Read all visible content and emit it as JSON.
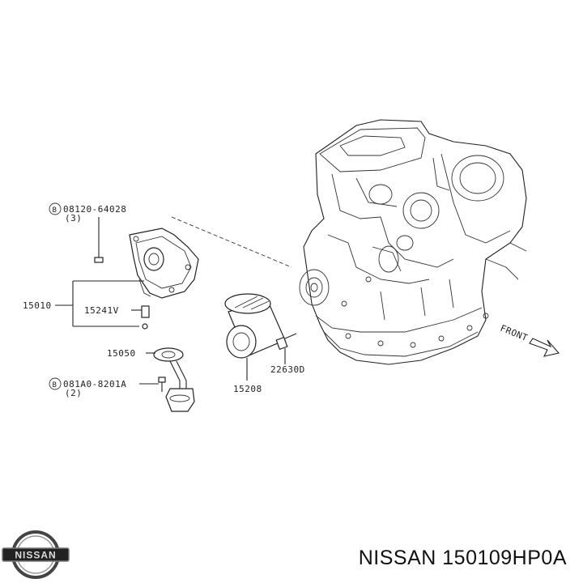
{
  "callouts": {
    "bolt_top": "08120-64028",
    "bolt_top_qty": "(3)",
    "pump": "15010",
    "relief_valve": "15241V",
    "strainer": "15050",
    "bolt_bottom": "081A0-8201A",
    "bolt_bottom_qty": "(2)",
    "filter": "15208",
    "sensor": "22630D",
    "front": "FRONT"
  },
  "footer": {
    "brand_logo_text": "NISSAN",
    "title": "NISSAN 150109HP0A"
  }
}
